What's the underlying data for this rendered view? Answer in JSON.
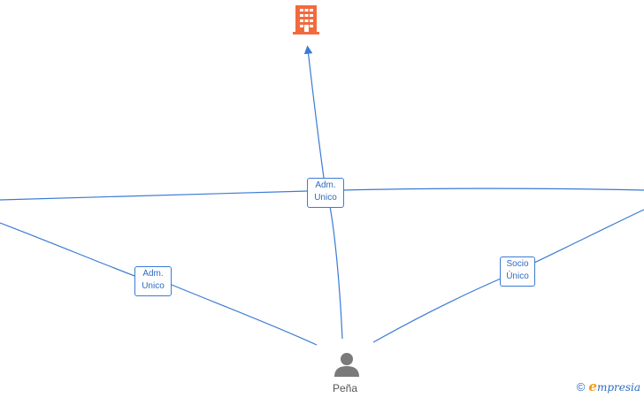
{
  "edges": [
    {
      "label_line1": "Adm.",
      "label_line2": "Unico"
    },
    {
      "label_line1": "Adm.",
      "label_line2": "Unico"
    },
    {
      "label_line1": "Socio",
      "label_line2": "Único"
    }
  ],
  "person": {
    "name_line1": "Peña",
    "icon": "person-icon"
  },
  "company": {
    "icon": "building-icon",
    "color": "#f26a3d"
  },
  "credit": {
    "copyright": "©",
    "brand_initial": "e",
    "brand_rest": "mpresia"
  },
  "colors": {
    "edge": "#3a7bd5",
    "person_icon": "#7a7a7a"
  }
}
